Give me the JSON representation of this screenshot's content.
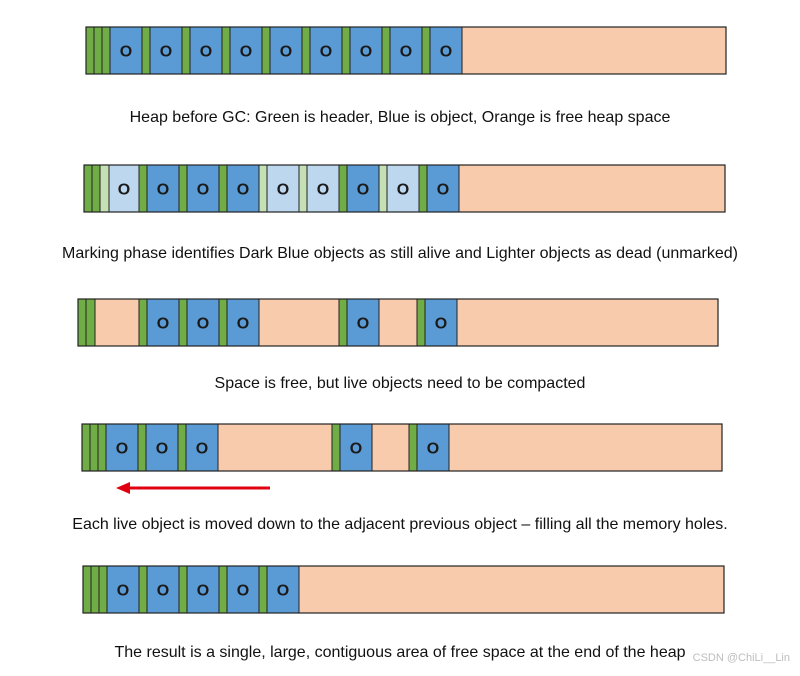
{
  "colors": {
    "header": "#70ad47",
    "header_light": "#c5e0b4",
    "object": "#5b9bd5",
    "object_light": "#bdd7ee",
    "free": "#f8cbad",
    "outline": "#222222",
    "arrow": "#e0000f"
  },
  "object_label": "O",
  "captions": {
    "row1": "Heap before GC: Green is header, Blue is object, Orange is free heap space",
    "row2": "Marking phase identifies Dark Blue objects as still alive and Lighter objects as dead (unmarked)",
    "row3": "Space is free, but live objects need to be compacted",
    "row4": "Each live object is moved down to the adjacent previous object – filling all the memory holes.",
    "row5": "The result is a single, large, contiguous area of free space at the end of the heap"
  },
  "watermark": "CSDN @ChiLi__Lin",
  "heaps": [
    {
      "name": "heap-before-gc",
      "segments": [
        {
          "kind": "header"
        },
        {
          "kind": "header"
        },
        {
          "kind": "header"
        },
        {
          "kind": "object"
        },
        {
          "kind": "header"
        },
        {
          "kind": "object"
        },
        {
          "kind": "header"
        },
        {
          "kind": "object"
        },
        {
          "kind": "header"
        },
        {
          "kind": "object"
        },
        {
          "kind": "header"
        },
        {
          "kind": "object"
        },
        {
          "kind": "header"
        },
        {
          "kind": "object"
        },
        {
          "kind": "header"
        },
        {
          "kind": "object"
        },
        {
          "kind": "header"
        },
        {
          "kind": "object"
        },
        {
          "kind": "header"
        },
        {
          "kind": "object"
        },
        {
          "kind": "free"
        }
      ]
    },
    {
      "name": "heap-marking-phase",
      "segments": [
        {
          "kind": "header"
        },
        {
          "kind": "header"
        },
        {
          "kind": "header_light"
        },
        {
          "kind": "object_light"
        },
        {
          "kind": "header"
        },
        {
          "kind": "object"
        },
        {
          "kind": "header"
        },
        {
          "kind": "object"
        },
        {
          "kind": "header"
        },
        {
          "kind": "object"
        },
        {
          "kind": "header_light"
        },
        {
          "kind": "object_light"
        },
        {
          "kind": "header_light"
        },
        {
          "kind": "object_light"
        },
        {
          "kind": "header"
        },
        {
          "kind": "object"
        },
        {
          "kind": "header_light"
        },
        {
          "kind": "object_light"
        },
        {
          "kind": "header"
        },
        {
          "kind": "object"
        },
        {
          "kind": "free"
        }
      ]
    },
    {
      "name": "heap-after-sweep",
      "segments": [
        {
          "kind": "header"
        },
        {
          "kind": "header"
        },
        {
          "kind": "free"
        },
        {
          "kind": "header"
        },
        {
          "kind": "object"
        },
        {
          "kind": "header"
        },
        {
          "kind": "object"
        },
        {
          "kind": "header"
        },
        {
          "kind": "object"
        },
        {
          "kind": "free"
        },
        {
          "kind": "header"
        },
        {
          "kind": "object"
        },
        {
          "kind": "free"
        },
        {
          "kind": "header"
        },
        {
          "kind": "object"
        },
        {
          "kind": "free"
        }
      ]
    },
    {
      "name": "heap-compacting",
      "segments": [
        {
          "kind": "header"
        },
        {
          "kind": "header"
        },
        {
          "kind": "header"
        },
        {
          "kind": "object"
        },
        {
          "kind": "header"
        },
        {
          "kind": "object"
        },
        {
          "kind": "header"
        },
        {
          "kind": "object"
        },
        {
          "kind": "free"
        },
        {
          "kind": "header"
        },
        {
          "kind": "object"
        },
        {
          "kind": "free"
        },
        {
          "kind": "header"
        },
        {
          "kind": "object"
        },
        {
          "kind": "free"
        }
      ]
    },
    {
      "name": "heap-after-compaction",
      "segments": [
        {
          "kind": "header"
        },
        {
          "kind": "header"
        },
        {
          "kind": "header"
        },
        {
          "kind": "object"
        },
        {
          "kind": "header"
        },
        {
          "kind": "object"
        },
        {
          "kind": "header"
        },
        {
          "kind": "object"
        },
        {
          "kind": "header"
        },
        {
          "kind": "object"
        },
        {
          "kind": "header"
        },
        {
          "kind": "object"
        },
        {
          "kind": "free"
        }
      ]
    }
  ]
}
